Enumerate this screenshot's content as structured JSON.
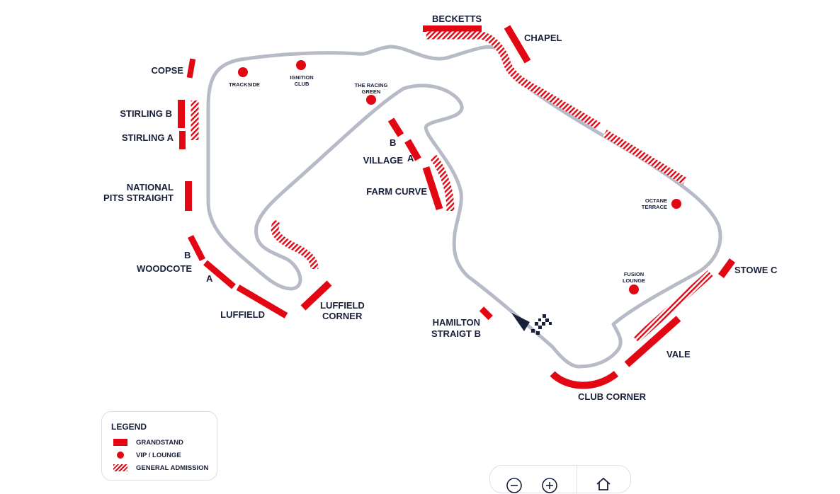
{
  "labels": {
    "becketts": "BECKETTS",
    "chapel": "CHAPEL",
    "copse": "COPSE",
    "stirling_b": "STIRLING B",
    "stirling_a": "STIRLING A",
    "national_1": "NATIONAL",
    "national_2": "PITS STRAIGHT",
    "woodcote_b": "B",
    "woodcote": "WOODCOTE",
    "woodcote_a": "A",
    "luffield": "LUFFIELD",
    "luffield_corner_1": "LUFFIELD",
    "luffield_corner_2": "CORNER",
    "village_b": "B",
    "village": "VILLAGE",
    "village_a": "A",
    "farm_curve": "FARM CURVE",
    "hamilton_1": "HAMILTON",
    "hamilton_2": "STRAIGT B",
    "club_corner": "CLUB CORNER",
    "vale": "VALE",
    "stowe_c": "STOWE C"
  },
  "vip": {
    "trackside": "TRACKSIDE",
    "ignition_1": "IGNITION",
    "ignition_2": "CLUB",
    "racing_green_1": "THE RACING",
    "racing_green_2": "GREEN",
    "octane_1": "OCTANE",
    "octane_2": "TERRACE",
    "fusion_1": "FUSION",
    "fusion_2": "LOUNGE"
  },
  "legend": {
    "title": "LEGEND",
    "grandstand": "GRANDSTAND",
    "vip": "VIP / LOUNGE",
    "general": "GENERAL ADMISSION"
  },
  "colors": {
    "track": "#b7bac7",
    "grandstand": "#e30613",
    "text": "#1a1f3a"
  }
}
